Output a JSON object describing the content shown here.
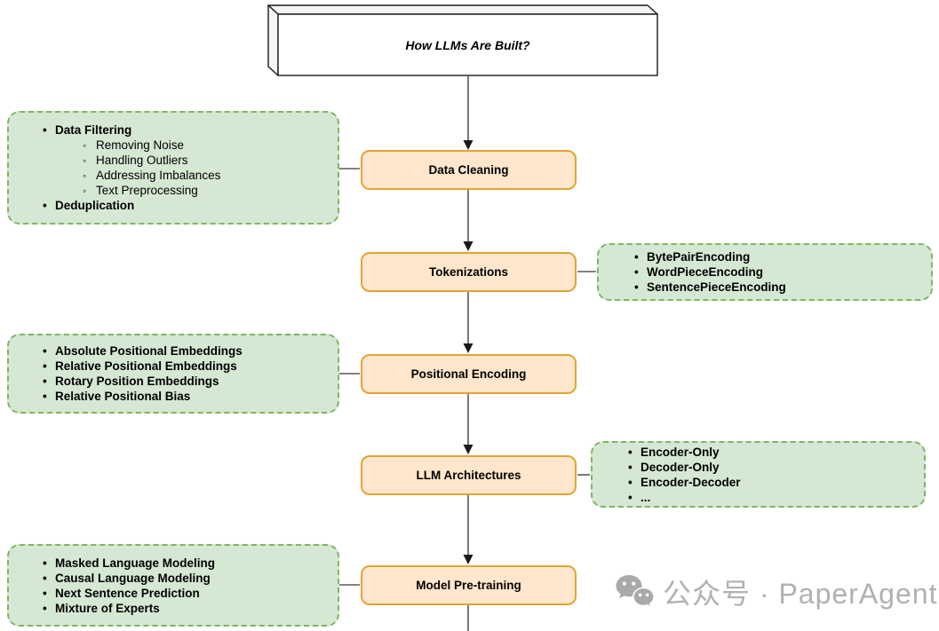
{
  "diagram": {
    "title": "How LLMs Are Built?",
    "nodes": [
      {
        "label": "Data Cleaning"
      },
      {
        "label": "Tokenizations"
      },
      {
        "label": "Positional Encoding"
      },
      {
        "label": "LLM Architectures"
      },
      {
        "label": "Model Pre-training"
      }
    ],
    "notes": {
      "data_cleaning": {
        "items": [
          "Data Filtering",
          "Removing Noise",
          "Handling Outliers",
          "Addressing Imbalances",
          "Text Preprocessing",
          "Deduplication"
        ]
      },
      "tokenizations": {
        "items": [
          "BytePairEncoding",
          "WordPieceEncoding",
          "SentencePieceEncoding"
        ]
      },
      "positional_encoding": {
        "items": [
          "Absolute Positional Embeddings",
          "Relative Positional Embeddings",
          "Rotary Position Embeddings",
          "Relative Positional Bias"
        ]
      },
      "llm_architectures": {
        "items": [
          "Encoder-Only",
          "Decoder-Only",
          "Encoder-Decoder",
          "..."
        ]
      },
      "model_pretraining": {
        "items": [
          "Masked Language Modeling",
          "Causal Language Modeling",
          "Next Sentence Prediction",
          "Mixture of Experts"
        ]
      }
    },
    "colors": {
      "node_fill": "#ffe6cc",
      "node_border": "#e2a433",
      "note_fill": "#d5e8d4",
      "note_border": "#82b366",
      "connector": "#595959",
      "arrowhead": "#1a1a1a",
      "watermark": "#b1b1b1"
    }
  },
  "watermark": {
    "icon": "wechat-icon",
    "text": "公众号 · PaperAgent"
  }
}
